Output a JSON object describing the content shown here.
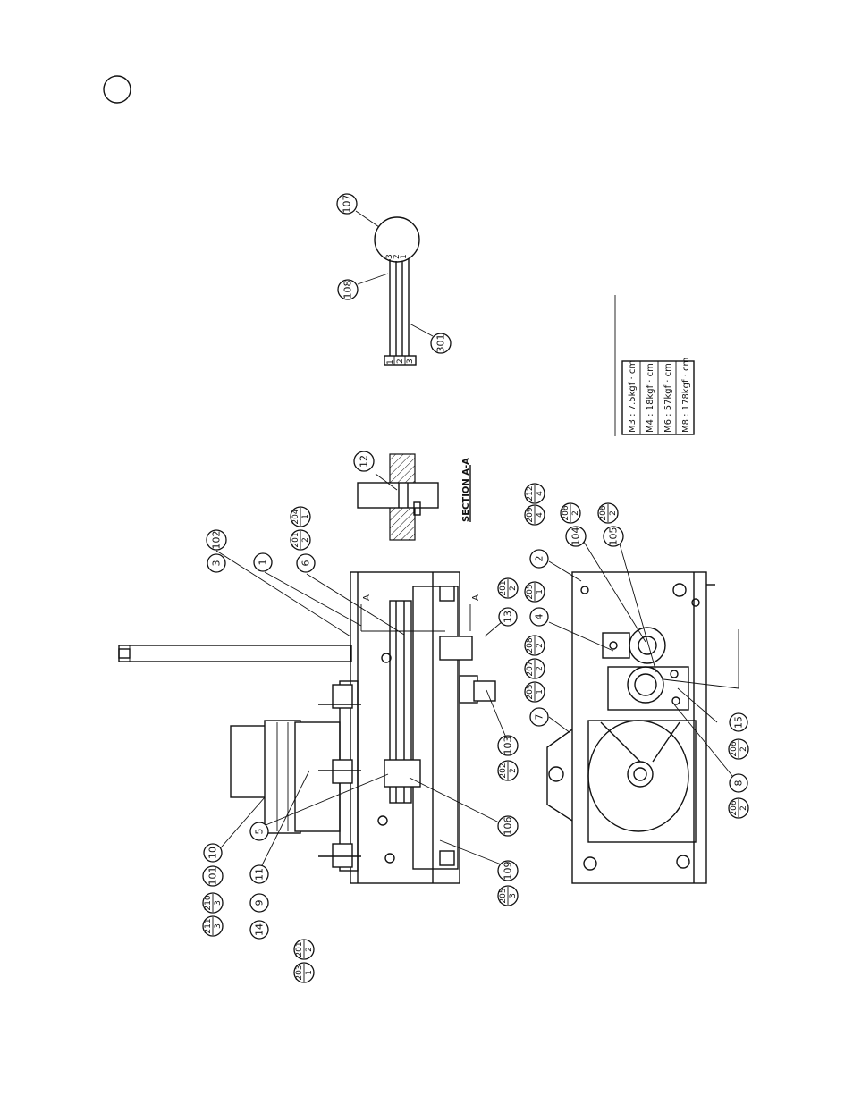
{
  "balloons": {
    "b107": "107",
    "b108": "108",
    "b301": "301",
    "b12": "12",
    "b3": "3",
    "b102": "102",
    "b1": "1",
    "b6": "6",
    "b2": "2",
    "b4": "4",
    "b7": "7",
    "b104": "104",
    "b105": "105",
    "b15": "15",
    "b8": "8",
    "b13": "13",
    "b103": "103",
    "b106": "106",
    "b109": "109",
    "b10": "10",
    "b101": "101",
    "b11": "11",
    "b5": "5",
    "b9": "9",
    "b14": "14"
  },
  "fractions": {
    "f201_2_top": [
      "201",
      "2"
    ],
    "f204_1": [
      "204",
      "1"
    ],
    "f209_4": [
      "209",
      "4"
    ],
    "f212_4": [
      "212",
      "4"
    ],
    "f206_2_a": [
      "206",
      "2"
    ],
    "f206_2_b": [
      "206",
      "2"
    ],
    "f201_2_r": [
      "201",
      "2"
    ],
    "f205_1_a": [
      "205",
      "1"
    ],
    "f208_2": [
      "208",
      "2"
    ],
    "f207_2": [
      "207",
      "2"
    ],
    "f205_1_b": [
      "205",
      "1"
    ],
    "f202_2": [
      "202",
      "2"
    ],
    "f206_2_c": [
      "206",
      "2"
    ],
    "f206_2_d": [
      "206",
      "2"
    ],
    "f205_3": [
      "205",
      "3"
    ],
    "f211_3": [
      "211",
      "3"
    ],
    "f210_3": [
      "210",
      "3"
    ],
    "f203_1": [
      "203",
      "1"
    ],
    "f201_2_bl": [
      "201",
      "2"
    ]
  },
  "section_label": "SECTION A-A",
  "section_marks": [
    "A",
    "A"
  ],
  "wire_numbers": [
    "3",
    "2",
    "1",
    "1",
    "2",
    "3"
  ],
  "torque_table": [
    "M3 : 7.5kgf · cm",
    "M4 : 18kgf · cm",
    "M6 : 57kgf · cm",
    "M8 : 178kgf · cm"
  ]
}
